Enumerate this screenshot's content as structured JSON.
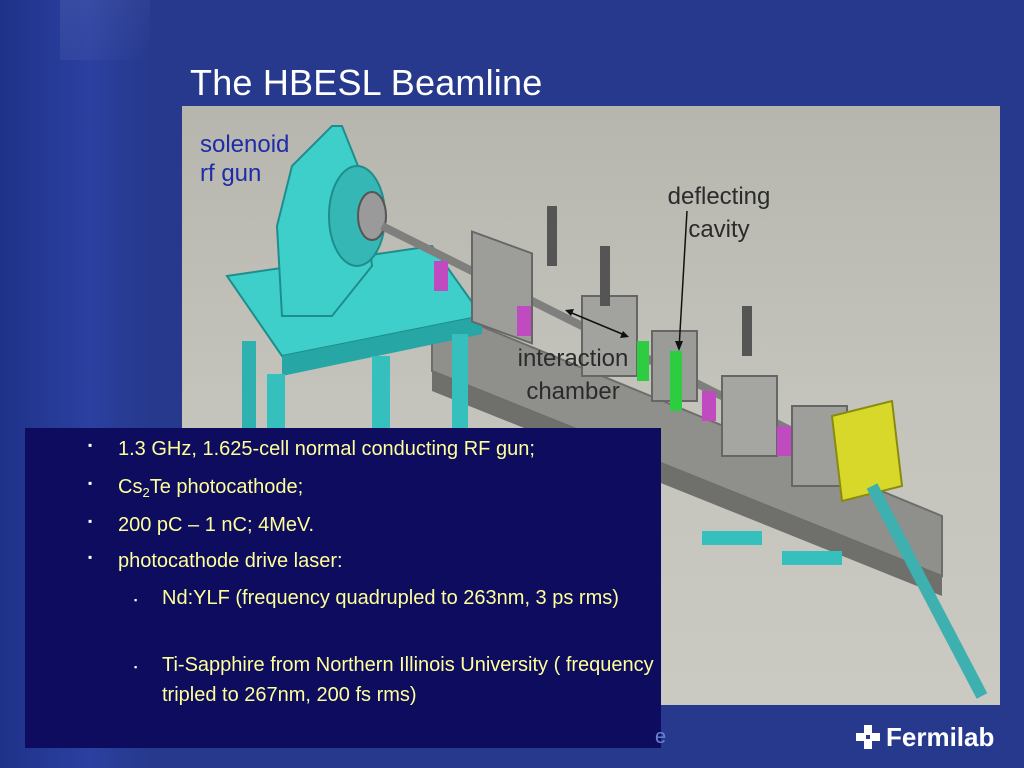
{
  "slide": {
    "title": "The HBESL Beamline"
  },
  "figure": {
    "labels": {
      "solenoid": "solenoid\nrf gun",
      "deflecting": "deflecting\ncavity",
      "interaction": "interaction\nchamber"
    }
  },
  "bullets": {
    "item1": "1.3 GHz, 1.625-cell normal conducting RF gun;",
    "item2_pre": "Cs",
    "item2_sub": "2",
    "item2_post": "Te photocathode;",
    "item3": "200 pC – 1 nC; 4MeV.",
    "item4": "photocathode drive laser:",
    "sub1": "Nd:YLF  (frequency quadrupled to 263nm, 3 ps rms)",
    "sub2": "Ti-Sapphire from Northern Illinois University ( frequency tripled to 267nm, 200 fs rms)"
  },
  "footer": {
    "logo_text": "Fermilab",
    "stray": "e"
  },
  "colors": {
    "background": "#26398d",
    "text_box": "#0d0c5e",
    "bullet_text": "#ffff99",
    "machine_cyan": "#35c8c6",
    "machine_gray": "#8d8d8b"
  }
}
